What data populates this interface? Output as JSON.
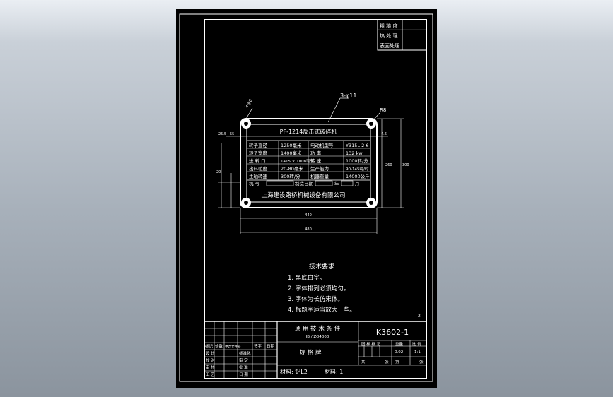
{
  "roughness_table": {
    "rows": [
      "粗 糙 度",
      "热 处 理",
      "表面处理"
    ]
  },
  "plate": {
    "title": "PF-1214反击式破碎机",
    "rows": [
      [
        "转子直径",
        "1250毫米",
        "电动机型号",
        "Y315L 2-6"
      ],
      [
        "转子宽度",
        "1400毫米",
        "功  率",
        "132 kw"
      ],
      [
        "进 料 口",
        "1415 × 1008毫米",
        "转  速",
        "1000转/分"
      ],
      [
        "出料粒度",
        "20-80毫米",
        "生产能力",
        "90-145吨/时"
      ],
      [
        "主轴转速",
        "300转/分",
        "机器重量",
        "14000公斤"
      ]
    ],
    "bottom": {
      "model_label": "机  号",
      "date_label": "制造日期",
      "year": "年",
      "month": "月"
    },
    "company": "上海建设路桥机械设备有限公司",
    "callout_note": "3-φ11",
    "callout_r": "R8",
    "edge_label": "2-φ8",
    "dim_labels": {
      "width_outer": "480",
      "width_inner": "440",
      "height_outer": "300",
      "height_inner": "260",
      "left_a": "25.5",
      "left_b": "55",
      "right_a": "4.6",
      "dim_c": "20"
    }
  },
  "requirements": {
    "heading": "技术要求",
    "items": [
      "1. 黑底白字。",
      "2. 字体排列必须均匀。",
      "3. 字体为长仿宋体。",
      "4. 标题字适当放大一些。"
    ]
  },
  "sheet_count": "2",
  "title_block": {
    "header": "通 用 技 术 条 件",
    "std": "JB / ZQ4000",
    "drawing_no": "K3602-1",
    "part_name": "规 格 牌",
    "material": "材料: 铝L2",
    "qty": "材料: 1",
    "revision_labels": [
      "标记",
      "处数",
      "更改文件号",
      "签字",
      "日期"
    ],
    "roles_left": [
      "设  计",
      "校  对",
      "审  核",
      "工  艺"
    ],
    "roles_mid": [
      "标准化",
      "审  定",
      "批  准",
      "日  期"
    ],
    "stage_label": "图 样 标 记",
    "weight_label": "重量",
    "scale_label": "比 例",
    "weight_value": "0.02",
    "scale_value": "1:1",
    "sheet_of": [
      "共",
      "张",
      "第",
      "张"
    ]
  }
}
